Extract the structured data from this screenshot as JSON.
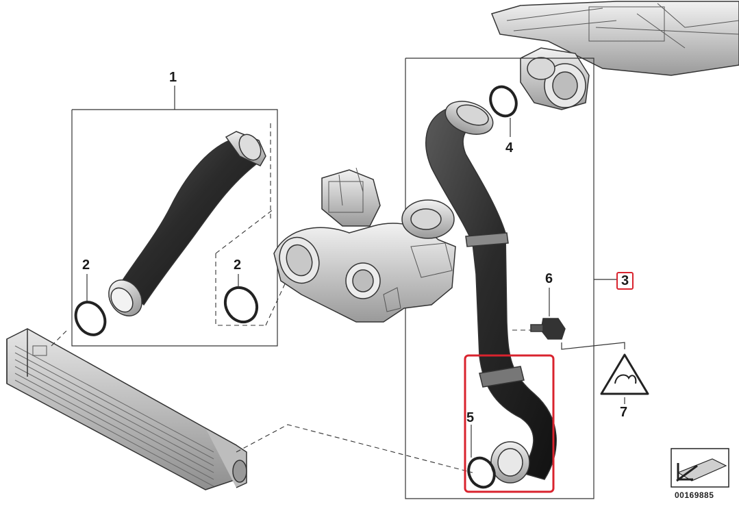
{
  "diagram": {
    "callouts": [
      {
        "id": "1",
        "label": "1"
      },
      {
        "id": "2a",
        "label": "2"
      },
      {
        "id": "2b",
        "label": "2"
      },
      {
        "id": "3",
        "label": "3"
      },
      {
        "id": "4",
        "label": "4"
      },
      {
        "id": "5",
        "label": "5"
      },
      {
        "id": "6",
        "label": "6"
      },
      {
        "id": "7",
        "label": "7"
      }
    ],
    "doc_number": "00169885",
    "highlight_color": "#d9232e"
  }
}
